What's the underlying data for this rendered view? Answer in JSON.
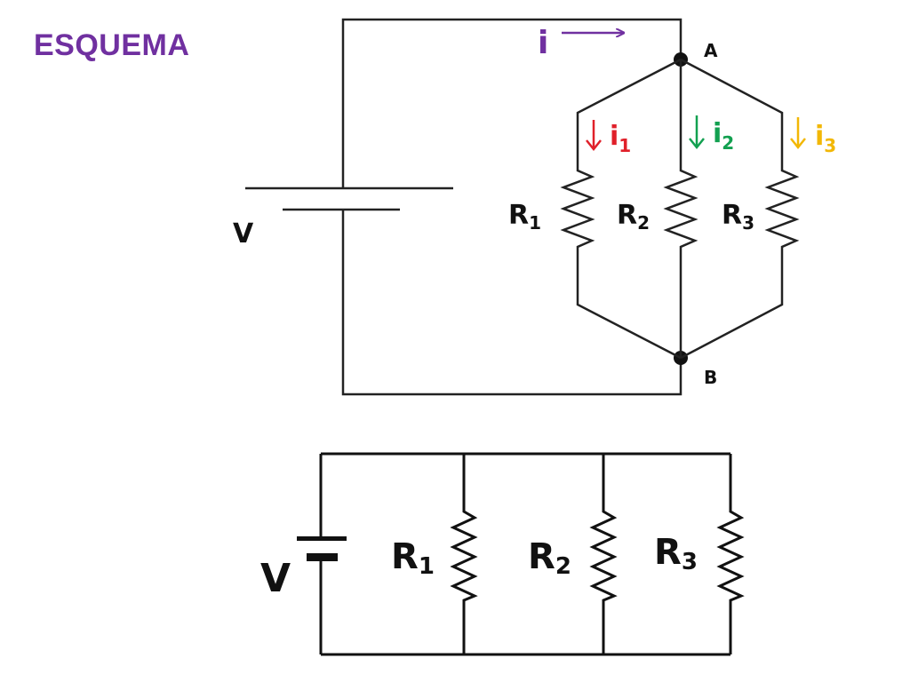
{
  "title": "ESQUEMA",
  "colors": {
    "title": "#7030a0",
    "i_total": "#7030a0",
    "i1": "#e0202a",
    "i2": "#12a050",
    "i3": "#f2b705",
    "wire": "#222222"
  },
  "top_circuit": {
    "source_label": "V",
    "node_a": "A",
    "node_b": "B",
    "current_total": "i",
    "branches": [
      {
        "resistor": "R",
        "resistor_sub": "1",
        "current": "i",
        "current_sub": "1"
      },
      {
        "resistor": "R",
        "resistor_sub": "2",
        "current": "i",
        "current_sub": "2"
      },
      {
        "resistor": "R",
        "resistor_sub": "3",
        "current": "i",
        "current_sub": "3"
      }
    ]
  },
  "bottom_circuit": {
    "source_label": "V",
    "resistors": [
      {
        "name": "R",
        "sub": "1"
      },
      {
        "name": "R",
        "sub": "2"
      },
      {
        "name": "R",
        "sub": "3"
      }
    ]
  }
}
